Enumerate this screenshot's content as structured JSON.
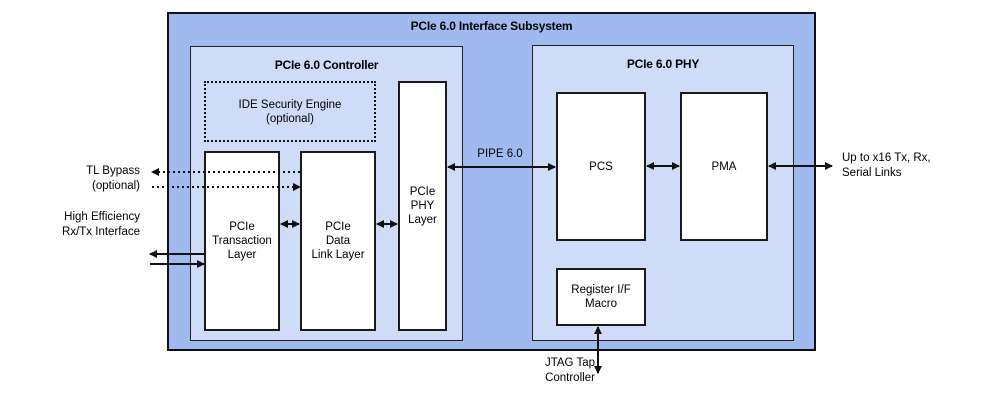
{
  "diagram": {
    "subsystem": {
      "title": "PCIe 6.0 Interface Subsystem"
    },
    "controller": {
      "title": "PCIe 6.0 Controller",
      "ide_engine": {
        "line1": "IDE Security Engine",
        "line2": "(optional)"
      },
      "transaction_layer": {
        "line1": "PCIe",
        "line2": "Transaction",
        "line3": "Layer"
      },
      "data_link_layer": {
        "line1": "PCIe",
        "line2": "Data",
        "line3": "Link Layer"
      },
      "phy_layer": {
        "line1": "PCIe",
        "line2": "PHY",
        "line3": "Layer"
      }
    },
    "phy": {
      "title": "PCIe 6.0 PHY",
      "pcs": {
        "label": "PCS"
      },
      "pma": {
        "label": "PMA"
      },
      "register_macro": {
        "line1": "Register I/F",
        "line2": "Macro"
      }
    },
    "links": {
      "pipe": "PIPE 6.0",
      "tl_bypass": {
        "line1": "TL Bypass",
        "line2": "(optional)"
      },
      "rxtx_interface": {
        "line1": "High Efficiency",
        "line2": "Rx/Tx Interface"
      },
      "serial_links": {
        "line1": "Up to x16 Tx, Rx,",
        "line2": "Serial Links"
      },
      "jtag": {
        "line1": "JTAG Tap",
        "line2": "Controller"
      }
    },
    "colors": {
      "subsystem_fill": "#a0baf0",
      "group_fill": "#cfdcf8",
      "block_fill": "#ffffff",
      "line": "#111111"
    }
  }
}
